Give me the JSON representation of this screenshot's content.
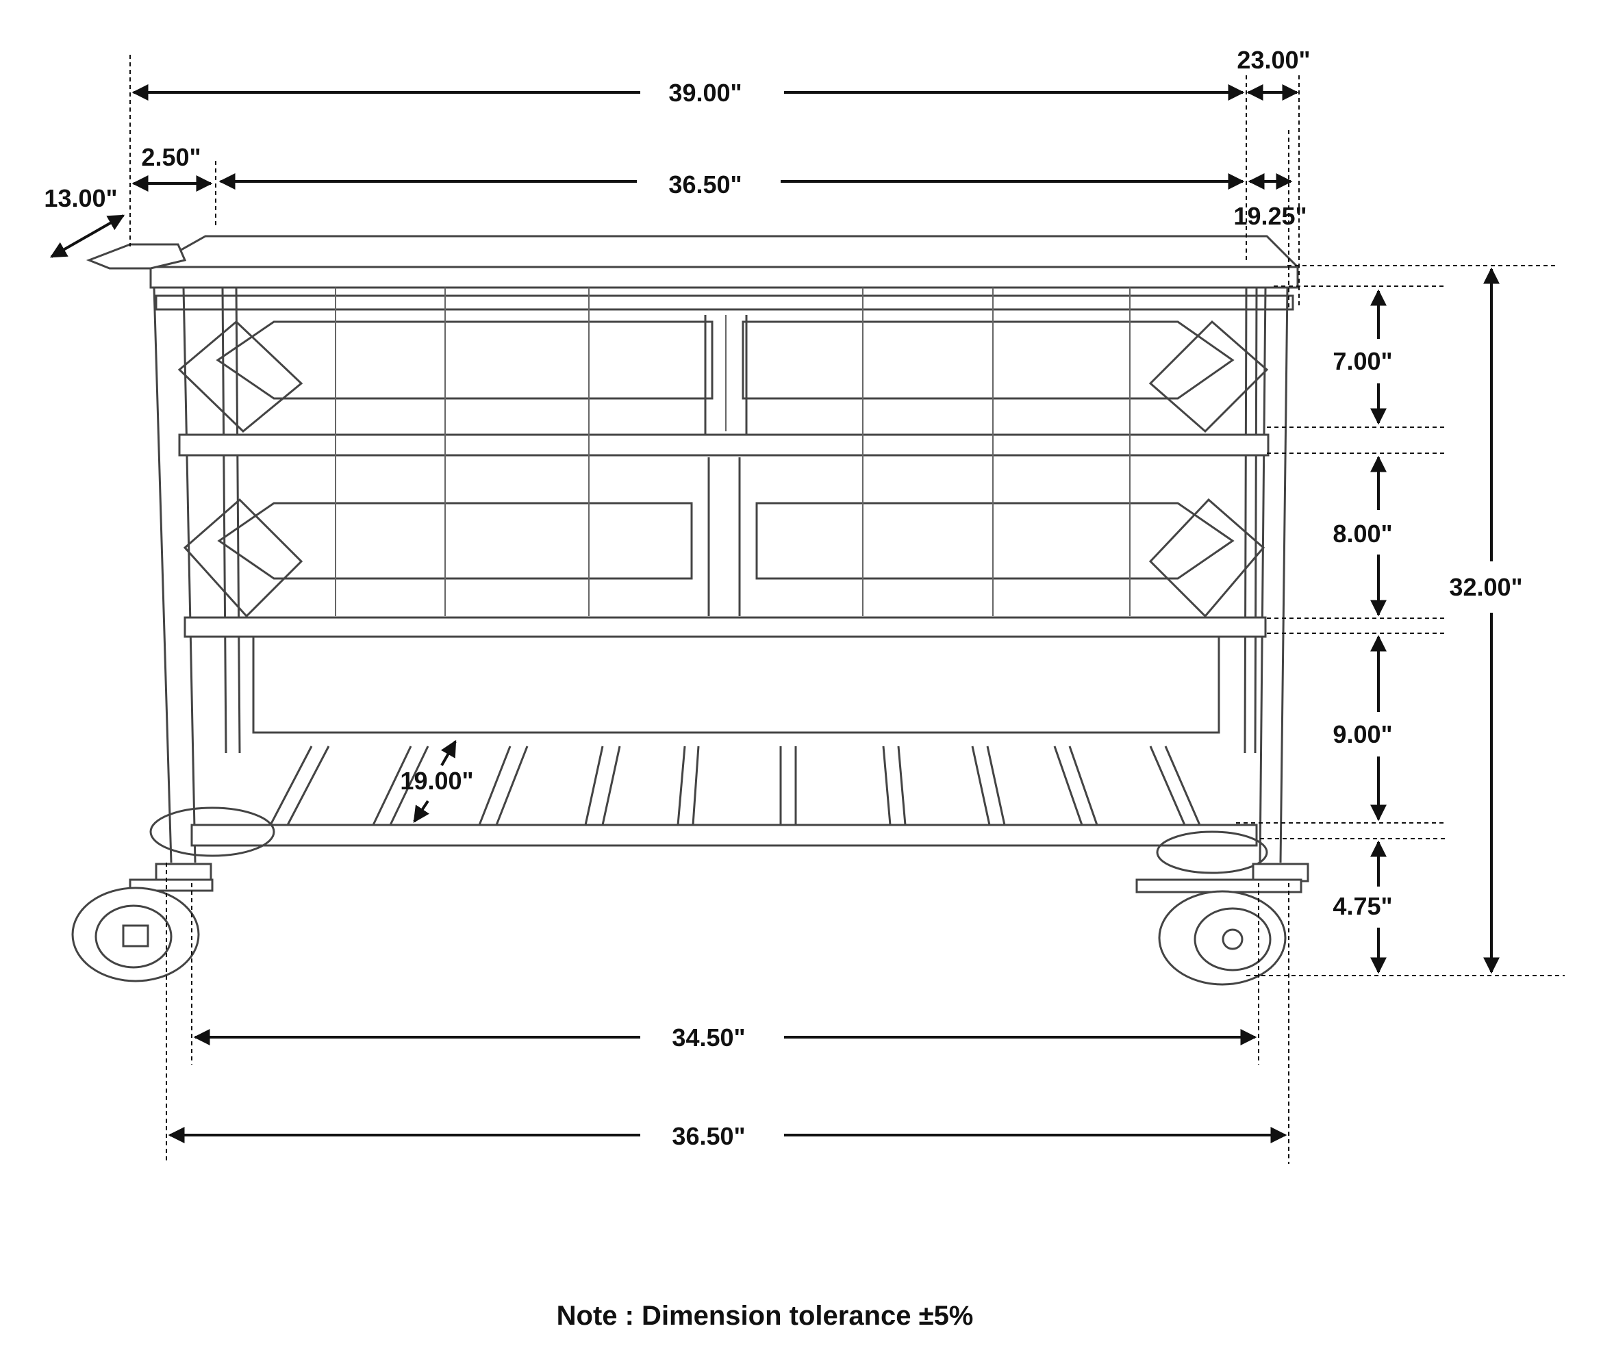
{
  "dimensions": {
    "top_width": "39.00\"",
    "top_depth": "23.00\"",
    "handle_projection": "2.50\"",
    "inner_width": "36.50\"",
    "handle_length": "13.00\"",
    "inner_depth": "19.25\"",
    "drawer_top_height": "7.00\"",
    "drawer_mid_height": "8.00\"",
    "drawer_bottom_height": "9.00\"",
    "caster_height": "4.75\"",
    "total_height": "32.00\"",
    "shelf_depth": "19.00\"",
    "leg_span": "34.50\"",
    "base_width": "36.50\""
  },
  "note": "Note : Dimension tolerance ±5%",
  "icons": {
    "arrow": "arrow-icon",
    "caster": "caster-wheel-icon"
  }
}
